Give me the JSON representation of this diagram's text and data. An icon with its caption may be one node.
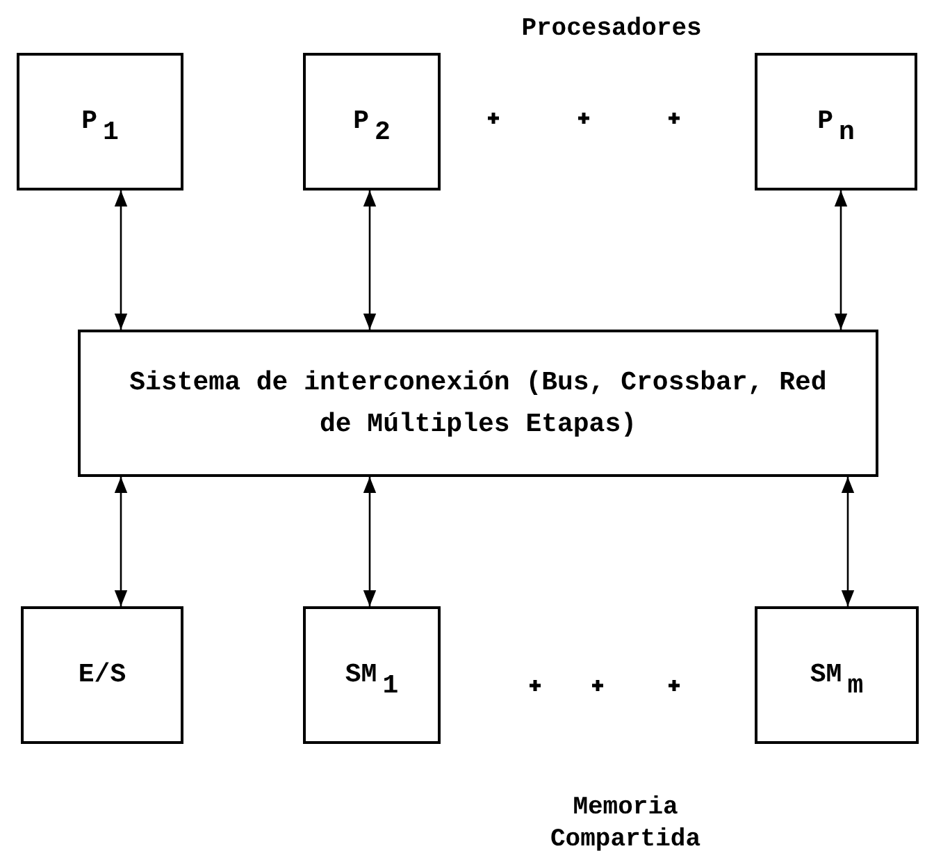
{
  "diagram": {
    "nodes": [
      {
        "text": [
          "P$_{1}$"
        ]
      },
      {
        "text": [
          "P$_{2}$"
        ]
      },
      {
        "text": [
          "P$_{n}$"
        ]
      },
      {
        "text": [
          "Sistema de interconexión (Bus, Crossbar, Red de Múltiples Etapas)"
        ]
      },
      {
        "text": [
          "E/S"
        ]
      },
      {
        "text": [
          "SM$_{1}$"
        ]
      },
      {
        "text": [
          "SM$_{m}$"
        ]
      }
    ],
    "edges": [
      {
        "from": 0,
        "to": 3,
        "arrow": "both"
      },
      {
        "from": 1,
        "to": 3,
        "arrow": "both"
      },
      {
        "from": 2,
        "to": 3,
        "arrow": "both"
      },
      {
        "from": 3,
        "to": 4,
        "arrow": "both"
      },
      {
        "from": 3,
        "to": 5,
        "arrow": "both"
      },
      {
        "from": 3,
        "to": 6,
        "arrow": "both"
      }
    ],
    "labels": [
      "Procesadores",
      "Memoria Compartida"
    ]
  }
}
